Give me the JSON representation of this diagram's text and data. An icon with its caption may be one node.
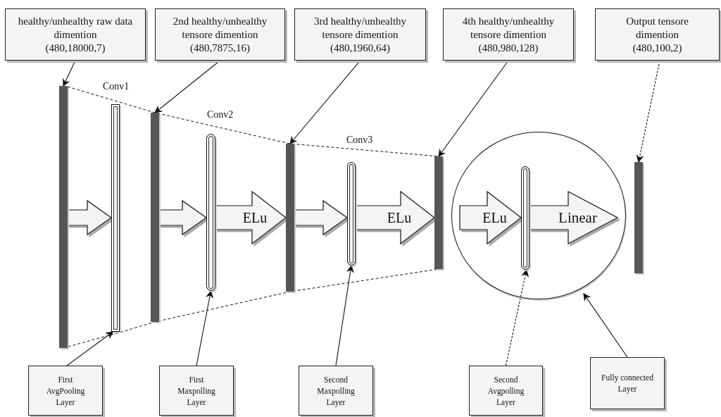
{
  "diagram": {
    "nodes": [
      {
        "text": [
          "healthy/unhealthy raw data dimention",
          "(480,18000,7)"
        ]
      },
      {
        "text": [
          "2nd healthy/unhealthy tensore dimention",
          "(480,7875,16)"
        ]
      },
      {
        "text": [
          "3rd healthy/unhealthy tensore dimention",
          "(480,1960,64)"
        ]
      },
      {
        "text": [
          "4th healthy/unhealthy tensore dimention",
          "(480,980,128)"
        ]
      },
      {
        "text": [
          "Output tensore dimention",
          "(480,100,2)"
        ]
      },
      {
        "text": [],
        "shape": "bar"
      },
      {
        "text": [],
        "shape": "capsule"
      },
      {
        "text": [],
        "shape": "bar"
      },
      {
        "text": [],
        "shape": "capsule"
      },
      {
        "text": [],
        "shape": "bar"
      },
      {
        "text": [],
        "shape": "capsule"
      },
      {
        "text": [],
        "shape": "bar"
      },
      {
        "text": [],
        "shape": "circle"
      },
      {
        "text": [],
        "shape": "capsule",
        "in": 12
      },
      {
        "text": [],
        "shape": "bar"
      },
      {
        "text": [
          "First AvgPooling Layer"
        ]
      },
      {
        "text": [
          "First Maxpolling Layer"
        ]
      },
      {
        "text": [
          "Second Maxpolling Layer"
        ]
      },
      {
        "text": [
          "Second Avgpolling Layer"
        ]
      },
      {
        "text": [
          "Fully connected Layer"
        ]
      }
    ],
    "edges": [
      {
        "from": 0,
        "to": 5,
        "arrow": "to"
      },
      {
        "from": 1,
        "to": 7,
        "arrow": "to"
      },
      {
        "from": 2,
        "to": 9,
        "arrow": "to"
      },
      {
        "from": 3,
        "to": 11,
        "arrow": "to"
      },
      {
        "from": 4,
        "to": 14,
        "arrow": "to",
        "style": "dashed"
      },
      {
        "from": 5,
        "to": 6,
        "arrow": "to",
        "style": "thick"
      },
      {
        "from": 7,
        "to": 8,
        "arrow": "to",
        "style": "thick"
      },
      {
        "from": 8,
        "to": 9,
        "arrow": "to",
        "style": "thick",
        "label": "ELu"
      },
      {
        "from": 9,
        "to": 10,
        "arrow": "to",
        "style": "thick"
      },
      {
        "from": 10,
        "to": 11,
        "arrow": "to",
        "style": "thick",
        "label": "ELu"
      },
      {
        "from": null,
        "to": 13,
        "arrow": "to",
        "style": "thick",
        "label": "ELu"
      },
      {
        "from": 13,
        "to": null,
        "arrow": "to",
        "style": "thick",
        "label": "Linear"
      },
      {
        "from": 15,
        "to": 6,
        "arrow": "to"
      },
      {
        "from": 16,
        "to": 8,
        "arrow": "to"
      },
      {
        "from": 17,
        "to": 10,
        "arrow": "to"
      },
      {
        "from": 18,
        "to": 13,
        "arrow": "to",
        "style": "dashed"
      },
      {
        "from": 19,
        "to": 12,
        "arrow": "to"
      }
    ],
    "labels": [
      "Conv1",
      "Conv2",
      "Conv3"
    ]
  }
}
